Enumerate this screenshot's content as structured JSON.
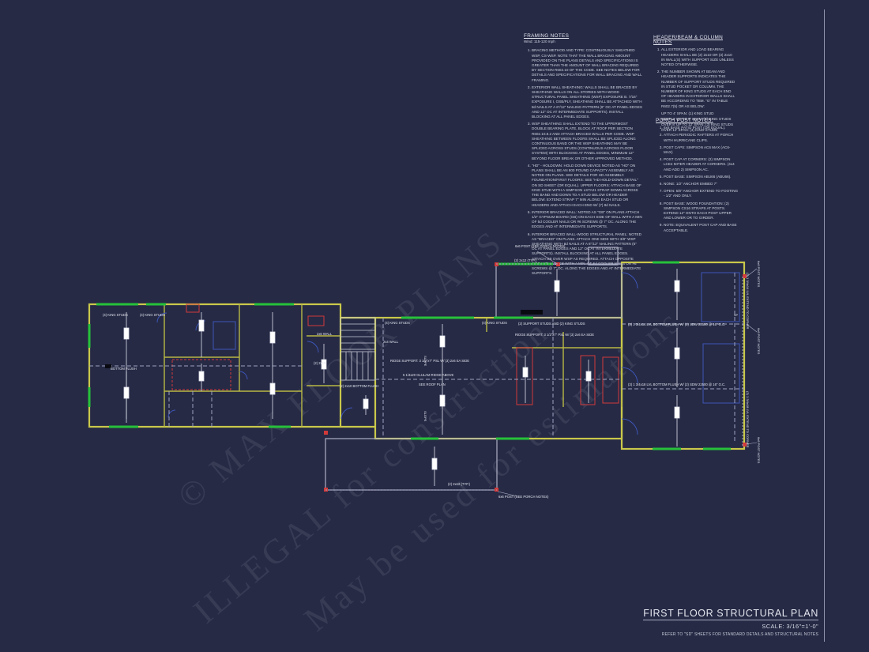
{
  "framing_notes": {
    "title": "FRAMING NOTES",
    "subtitle": "Wind: 115-120 mph",
    "items": [
      "BRACING METHOD AND TYPE: CONTINUOUSLY SHEATHED WSP, CS-WSP. NOTE THAT THE WALL BRACING AMOUNT PROVIDED ON THE PLANS DETAILS AND SPECIFICATIONS IS GREATER THAN THE AMOUNT OF WALL BRACING REQUIRED BY SECTION R602.10 OF THE CODE. SEE NOTES BELOW FOR DETAILS AND SPECIFICATIONS FOR WALL BRACING AND WALL FRAMING.",
      "EXTERIOR WALL SHEATHING: WALLS SHALL BE BRACED BY SHEATHING WALLS ON ALL STORIES WITH WOOD STRUCTURAL PANEL SHEATHING (WSP) EXPOSURE B. 7/16\" EXPOSURE I, OSB/PLY, SHEATHING SHALL BE ATTACHED WITH 8d NAILS AT A 6\"/12\" NAILING PATTERN (6\" OC AT PANEL EDGES AND 12\" OC AT INTERMEDIATE SUPPORTS). INSTALL BLOCKING AT ALL PANEL EDGES.",
      "WSP SHEATHING SHALL EXTEND TO THE UPPERMOST DOUBLE BEARING PLATE, BLOCK AT ROOF PER SECTION R602.10.8.2 AND ATTACH BRACED WALLS PER CODE. WSP SHEATHING BETWEEN FLOORS SHALL BE SPLICED ALONG CONTINUOUS BAND OR THE WSP SHEATHING MAY BE SPLICED ACROSS STUDS (CONTINUOUS ACROSS FLOOR SYSTEM) WITH BLOCKING AT PANEL EDGES, MINIMUM 12\" BEYOND FLOOR BREAK OR OTHER APPROVED METHOD.",
      "\"HD\" - HOLDOWN: HOLD DOWN DEVICE NOTED AS \"HD\" ON PLANS SHALL BE AN 800 POUND CAPACITY ASSEMBLY AS NOTED ON PLANS. SEE DETAILS FOR HD ASSEMBLY. FOUNDATION/FIRST FLOORS: SEE \"HD HOLD-DOWN DETAIL\" ON SD SHEET (OR EQUAL). UPPER FLOORS: ATTACH BASE OF KING STUD WITH A SIMPSON LSTA21 STRAP DOWN ACROSS THE BAND AND DOWN TO A STUD BELOW OR HEADER BELOW. EXTEND STRAP 7\" MIN ALONG EACH STUD OR HEADERS AND ATTACH EACH END W/ (7) 8d NAILS.",
      "INTERIOR BRACED WALL: NOTED AS \"GB\" ON PLANS ATTACH 1/2\" GYPSUM BOARD (GB) ON EACH SIDE OF WALL WITH A MIN OF 5d COOLER NAILS OR #6 SCREWS @ 7\" OC. ALONG THE EDGES AND AT INTERMEDIATE SUPPORTS.",
      "INTERIOR BRACED WALL-WOOD STRUCTURAL PANEL: NOTED AS \"BRACED\" ON PLANS. ATTACH ONE SIDE WITH 3/8\" WSP SHEATHING WITH 8d NAILS AT A 6\"/12\" NAILING PATTERN (6\" OC AT PANEL EDGES AND 12\" OC AT INTERMEDIATE SUPPORTS). INSTALL BLOCKING AT ALL PANEL EDGES. ATTACH GB OVER WSP AS REQUIRED. ATTACH OPPOSITE SIDE WITH 1/2\" GB WITH A MIN. OF 5d COOLER NAILS OR #6 SCREWS @ 7\" OC. ALONG THE EDGES AND AT INTERMEDIATE SUPPORTS."
    ]
  },
  "header_notes": {
    "title": "HEADER/BEAM & COLUMN NOTES",
    "items": [
      "ALL EXTERIOR AND LOAD BEARING HEADERS SHALL BE (2) 2x10 OR (3) 2x10 IN WALL(S) WITH SUPPORT SIZE UNLESS NOTED OTHERWISE.",
      "THE NUMBER SHOWN AT BEAM AND HEADER SUPPORTS INDICATES THE NUMBER OF SUPPORT STUDS REQUIRED IN STUD POCKET OR COLUMN. THE NUMBER OF KING STUDS AT EACH END OF HEADERS IN EXTERIOR WALLS SHALL BE ACCORDING TO TBM. \"G\" IN TABLE R602.7(5) OR AS BELOW:"
    ],
    "spans": [
      "UP TO 4' SPAN: (1) KING STUD",
      "OVER 4' UP TO 8' SPAN: (2) KING STUDS",
      "OVER 8' UP TO 12' SPAN: (3) KING STUDS",
      "OVER 12' SPAN: (4) KING STUDS"
    ]
  },
  "porch_notes": {
    "title": "PORCH POST NOTES:",
    "items": [
      "6x6 BASE PATIO POST (OR EQUAL).",
      "ATTACH PERIODIC RAFTERS AT PORCH WITH HURRICANE CLIPS.",
      "POST CAPS: SIMPSON AC6 MAX (AC6-MAX)",
      "POST CAP AT CORNERS: (2) SIMPSON LCE4 MITER HEADER AT CORNERS. (4x4 AND ADD 2) SIMPSON AC.",
      "POST BASE: SIMPSON ABU66 (ABU66).",
      "NONE: 1/2\" ANCHOR EMBED 7\"",
      "OPEN: 5/8\" ANCHOR EXTEND TO FOOTING - 1/2\" AND ONLY.",
      "POST BASE: WOOD FOUNDATION: (2) SIMPSON CS16 STRAPS AT POSTS. EXTEND 12\" ONTO EACH POST UPPER AND LOWER OR TO GIRDER.",
      "NOTE: EQUIVALENT POST CAP AND BASE ACCEPTABLE."
    ]
  },
  "plan_labels": {
    "king_studs_1": "(4) KING STUDS",
    "king_studs_2": "(4) KING STUDS",
    "king_studs_3": "(4) KING STUDS",
    "king_studs_4": "(4) KING STUDS",
    "bottom_flush": "BOTTOM FLUSH",
    "wall_2x6": "2x6 WALL",
    "wall_2x4": "2x4 WALL",
    "header_2x10": "(2) 2x10",
    "header_2x10_flush": "(2) 2x10 BOTTOM FLUSH",
    "ridge_support": "RIDGE SUPPORT: 3 1/2\"x7\" PSL W/ (3) 2x6 EA SIDE",
    "ridge_beam": "5 1/4x20 GLULAM RIDGE ABOVE",
    "see_roof_plan": "SEE ROOF PLAN",
    "support_studs": "(2) SUPPORT STUDS AND (2) KING STUDS",
    "ridge_support_2": "RIDGE SUPPORT: 3 1/2\"x7\" PSL W/ (3) 2x6 EA SIDE",
    "slope_1": "SLOPE",
    "slope_2": "SLOPE",
    "porch_header_top": "(2) 2x12 (TYP.)",
    "porch_header_bottom": "(2) 2x12 (TYP.)",
    "post_top": "6x6 POST (SEE PORCH NOTES)",
    "post_bottom": "6x6 POST (SEE PORCH NOTES)",
    "lvl_1": "(3) 1 3/4x14 LVL BOTTOM FLUSH W/ (2) SDW 22500 @ 16\" O.C.",
    "lvl_2": "(3) 1 3/4x18 LVL BOTTOM FLUSH W/ (2) SDW 22500 @ 16\" O.C.",
    "lvl_3": "(3) 1 3/4x14 LVL EXTEND TO CORNER",
    "lvl_4": "(3) 1 3/4x18 LVL EXTEND TO CORNER",
    "post_right_1": "6x6 POST NOTES",
    "post_right_2": "6x6 POST NOTES",
    "post_right_3": "6x6 POST NOTES",
    "sp": "SP",
    "gb": "GB"
  },
  "watermark": {
    "line1": "© MAX FLOOR PLANS",
    "line2": "ILLEGAL for construction",
    "line3": "May be used for estimations"
  },
  "title_block": {
    "title": "FIRST FLOOR STRUCTURAL PLAN",
    "scale": "SCALE: 3/16\"=1'-0\"",
    "note": "REFER TO \"SD\" SHEETS FOR STANDARD DETAILS AND STRUCTURAL NOTES"
  }
}
